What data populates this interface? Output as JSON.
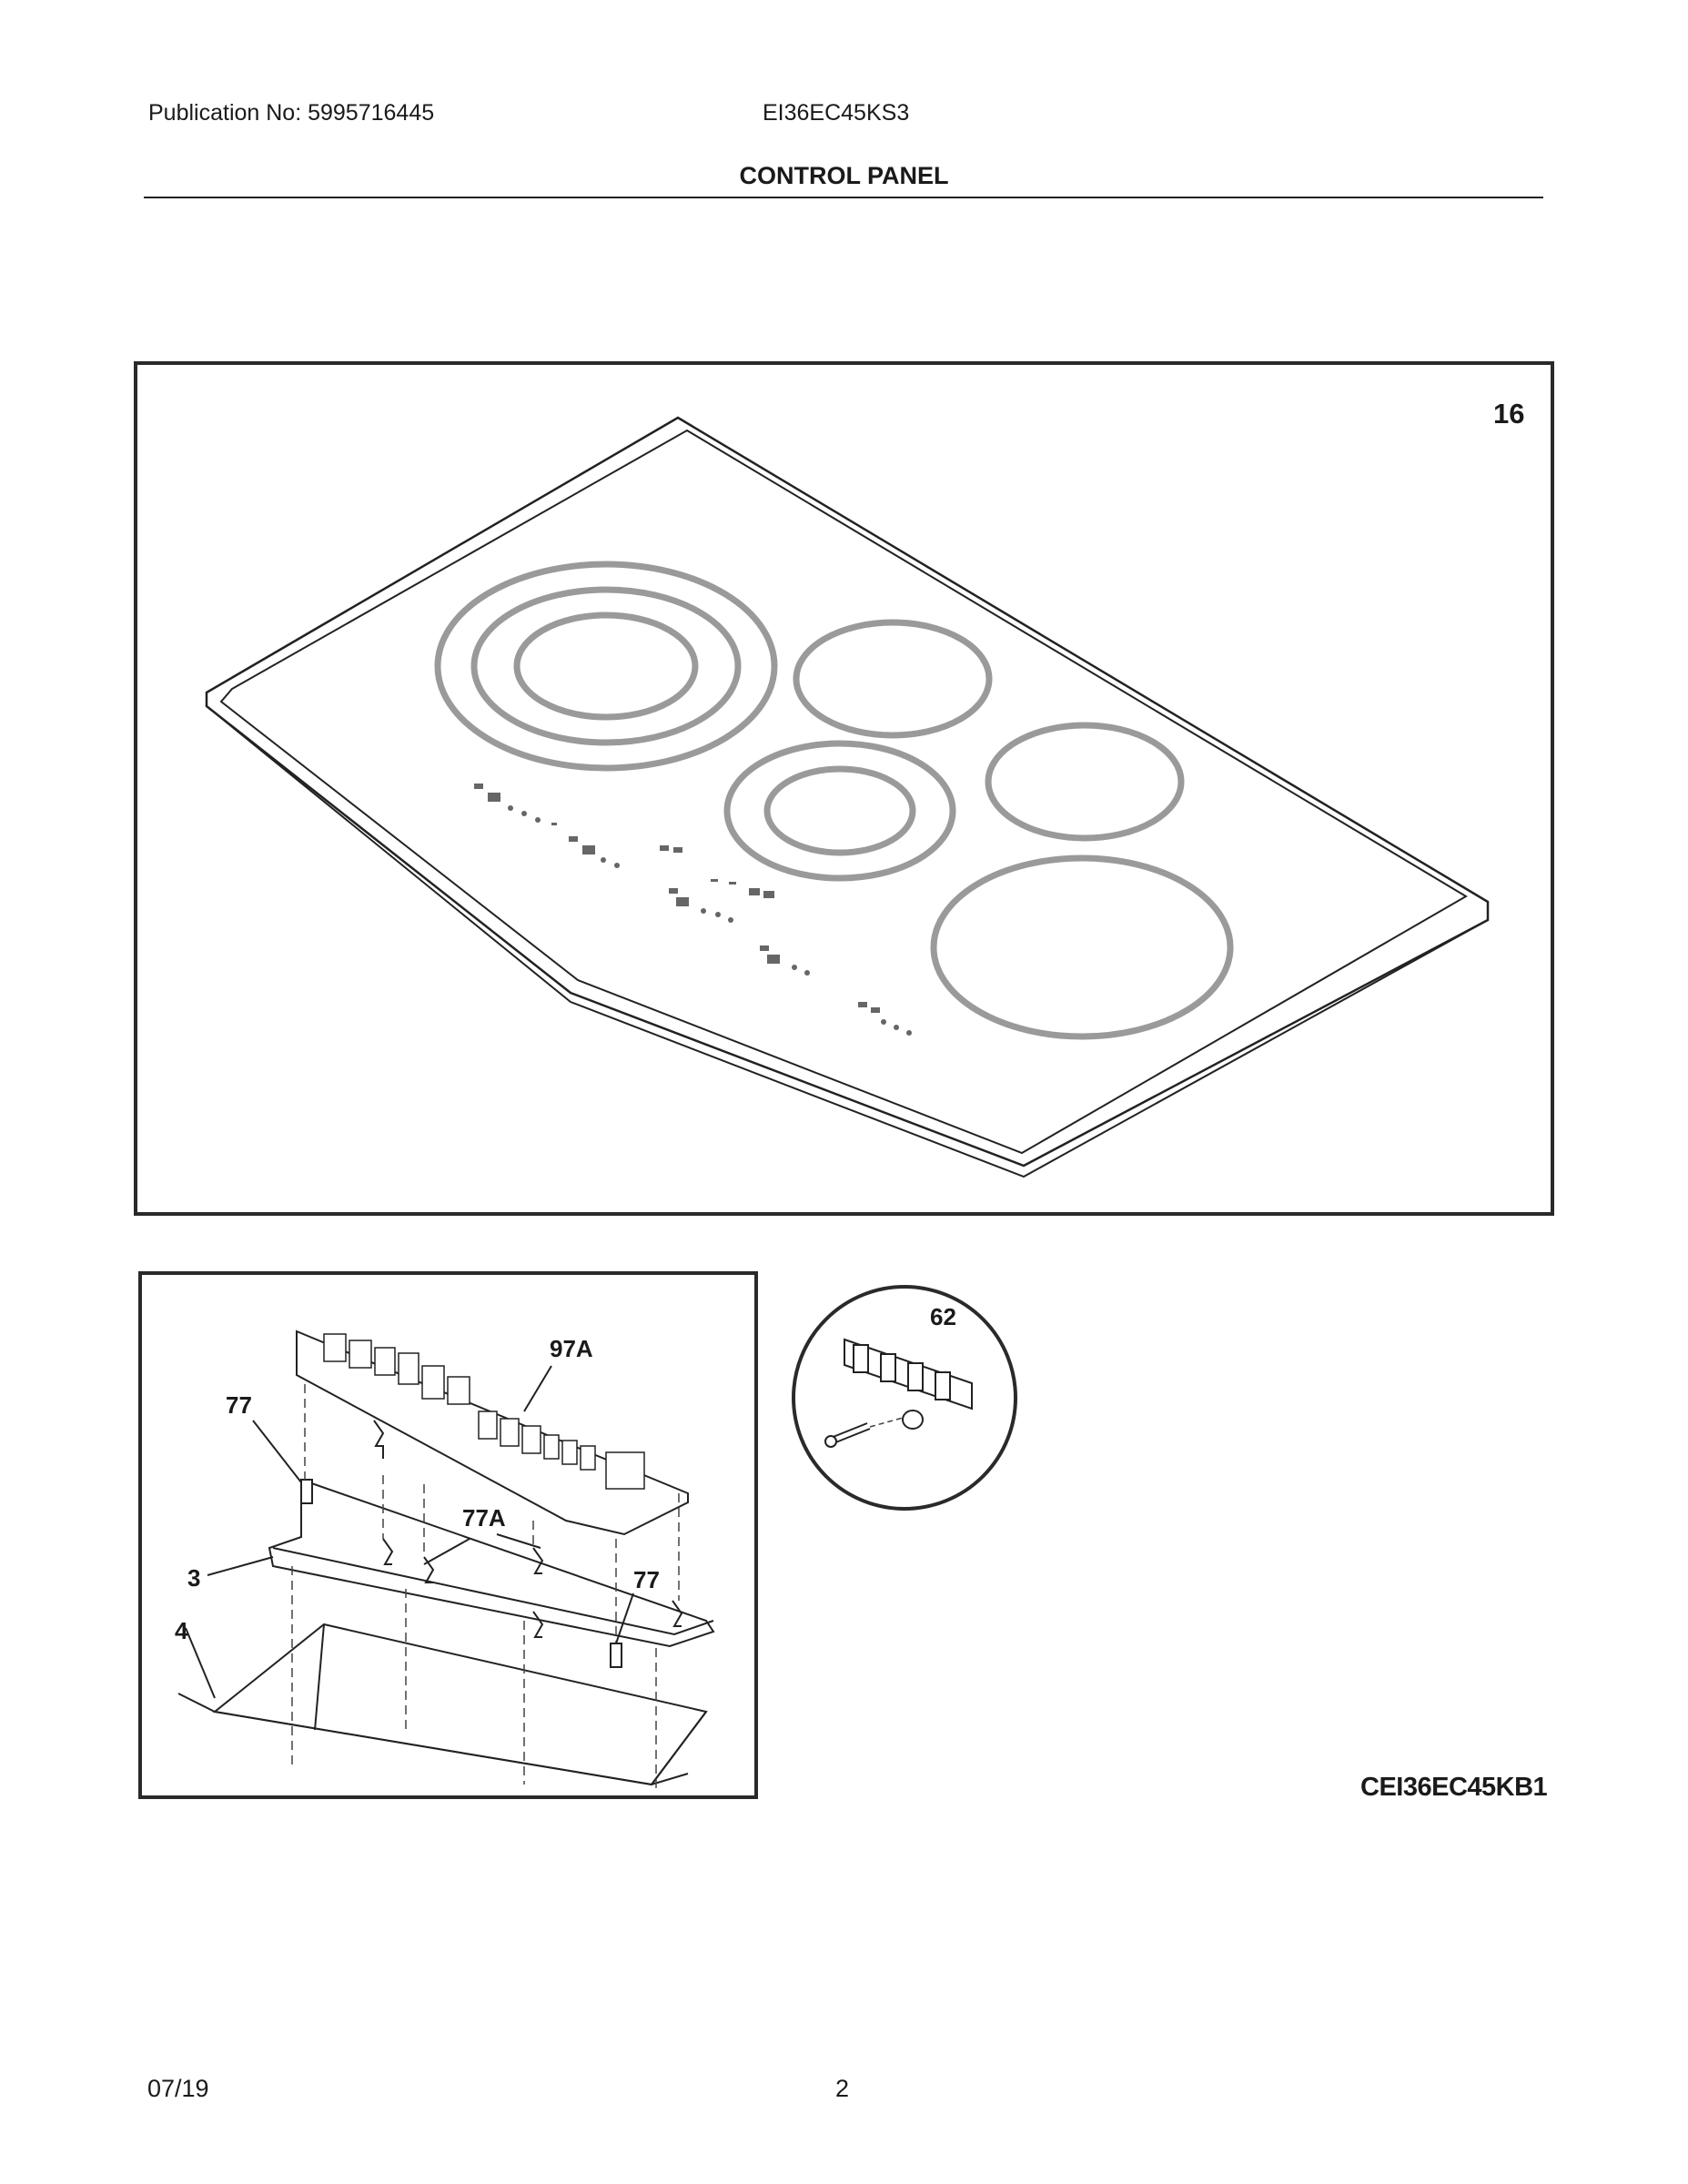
{
  "header": {
    "publication": "Publication No: 5995716445",
    "model": "EI36EC45KS3",
    "section_title": "CONTROL PANEL"
  },
  "figure_main": {
    "callout": "16"
  },
  "figure_board": {
    "callouts": {
      "board": "97A",
      "standoff_left": "77",
      "clips": "77A",
      "bracket": "3",
      "tray": "4",
      "standoff_right": "77"
    }
  },
  "figure_detail": {
    "callout": "62"
  },
  "figure_code": "CEI36EC45KB1",
  "footer": {
    "date": "07/19",
    "page": "2"
  }
}
